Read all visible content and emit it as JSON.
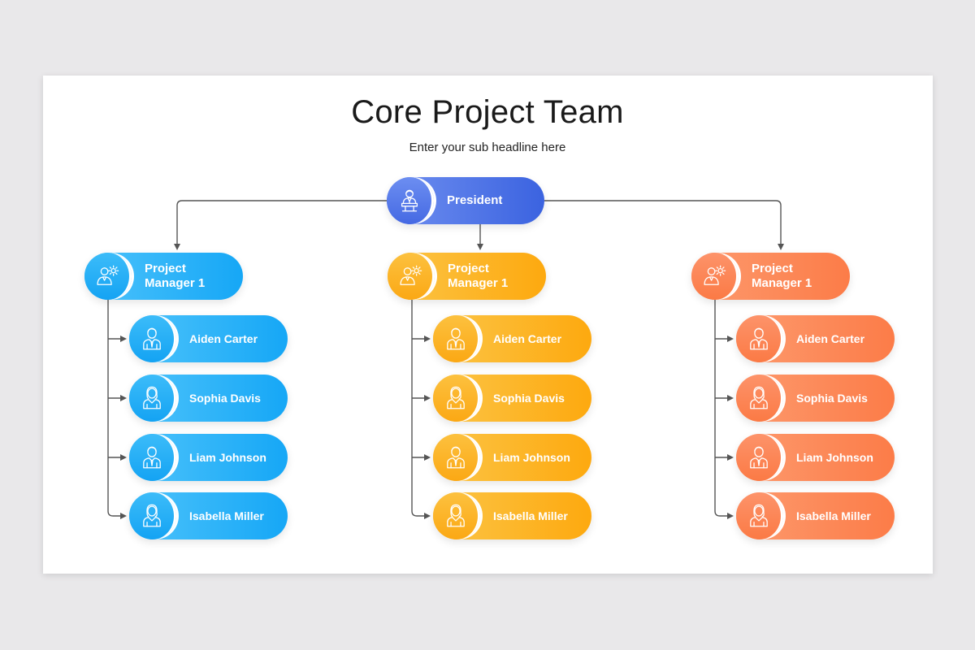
{
  "title": "Core Project Team",
  "subtitle": "Enter your sub headline here",
  "president": {
    "label": "President",
    "icon": "president-podium-icon"
  },
  "teams": [
    {
      "color": "blue",
      "manager": {
        "line1": "Project",
        "line2": "Manager 1",
        "icon": "manager-gear-icon"
      },
      "members": [
        {
          "name": "Aiden Carter",
          "icon": "male-person-icon"
        },
        {
          "name": "Sophia Davis",
          "icon": "female-person-icon"
        },
        {
          "name": "Liam Johnson",
          "icon": "male-person-icon"
        },
        {
          "name": "Isabella Miller",
          "icon": "female-person-icon"
        }
      ]
    },
    {
      "color": "yellow",
      "manager": {
        "line1": "Project",
        "line2": "Manager 1",
        "icon": "manager-gear-icon"
      },
      "members": [
        {
          "name": "Aiden Carter",
          "icon": "male-person-icon"
        },
        {
          "name": "Sophia Davis",
          "icon": "female-person-icon"
        },
        {
          "name": "Liam Johnson",
          "icon": "male-person-icon"
        },
        {
          "name": "Isabella Miller",
          "icon": "female-person-icon"
        }
      ]
    },
    {
      "color": "orange",
      "manager": {
        "line1": "Project",
        "line2": "Manager 1",
        "icon": "manager-gear-icon"
      },
      "members": [
        {
          "name": "Aiden Carter",
          "icon": "male-person-icon"
        },
        {
          "name": "Sophia Davis",
          "icon": "female-person-icon"
        },
        {
          "name": "Liam Johnson",
          "icon": "male-person-icon"
        },
        {
          "name": "Isabella Miller",
          "icon": "female-person-icon"
        }
      ]
    }
  ],
  "colors": {
    "president": "#4a6fe5",
    "blue": "#1aa9f6",
    "yellow": "#fdb022",
    "orange": "#fc8452",
    "connector": "#555555"
  }
}
